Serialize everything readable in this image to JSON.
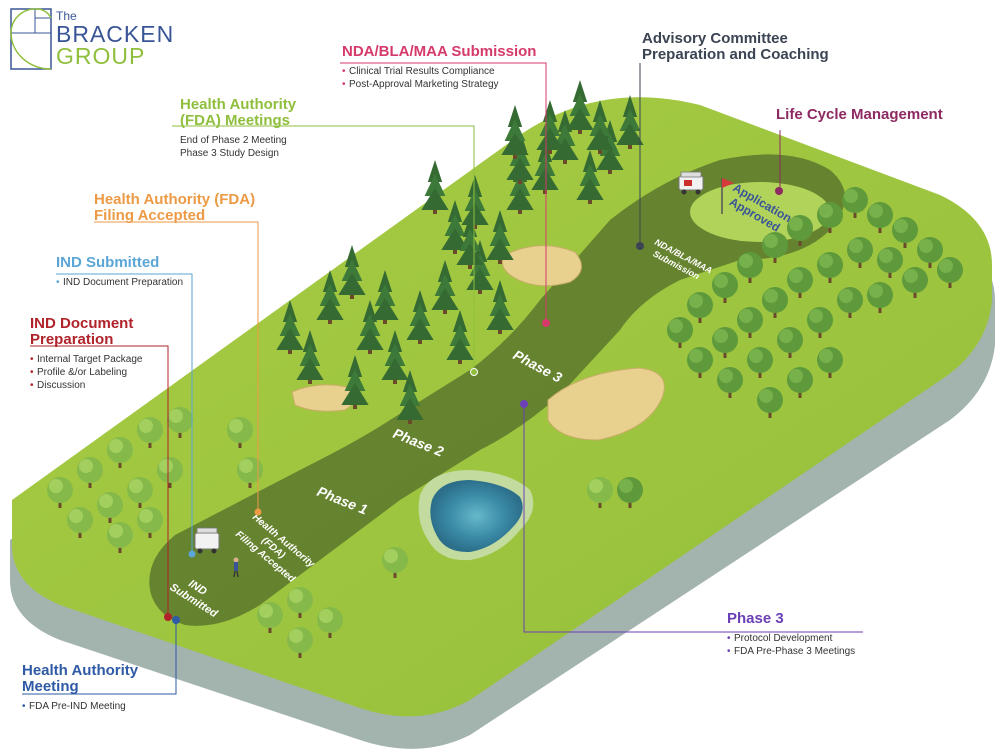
{
  "brand": {
    "line1": "The",
    "line2": "BRACKEN",
    "line3": "GROUP",
    "colors": {
      "blue": "#3a5597",
      "green": "#8fbf3c"
    }
  },
  "labels": [
    {
      "id": "nda",
      "title": [
        "NDA/BLA/MAA Submission"
      ],
      "items": [
        "Clinical Trial Results Compliance",
        "Post-Approval Marketing Strategy"
      ],
      "color": "#d63a6b",
      "bullets": true
    },
    {
      "id": "advisory",
      "title": [
        "Advisory Committee",
        "Preparation and Coaching"
      ],
      "items": [],
      "color": "#3b4452",
      "bullets": true
    },
    {
      "id": "lifecycle",
      "title": [
        "Life Cycle Management"
      ],
      "items": [],
      "color": "#8e2a62",
      "bullets": true
    },
    {
      "id": "fda_meetings",
      "title": [
        "Health Authority",
        "(FDA) Meetings"
      ],
      "items": [
        "End of Phase 2 Meeting",
        "Phase 3 Study Design"
      ],
      "color": "#8fbf3c",
      "bullets": false
    },
    {
      "id": "filing",
      "title": [
        "Health Authority (FDA)",
        "Filing Accepted"
      ],
      "items": [],
      "color": "#ec9a45",
      "bullets": true
    },
    {
      "id": "ind_submitted",
      "title": [
        "IND Submitted"
      ],
      "items": [
        "IND Document Preparation"
      ],
      "color": "#5aa6d6",
      "bullets": true
    },
    {
      "id": "ind_prep",
      "title": [
        "IND Document",
        "Preparation"
      ],
      "items": [
        "Internal Target Package",
        "Profile &/or Labeling",
        "Discussion"
      ],
      "color": "#b0232a",
      "bullets": true
    },
    {
      "id": "phase3",
      "title": [
        "Phase 3"
      ],
      "items": [
        "Protocol Development",
        "FDA Pre-Phase 3 Meetings"
      ],
      "color": "#6b3fb5",
      "bullets": true
    },
    {
      "id": "ha_meeting",
      "title": [
        "Health Authority",
        "Meeting"
      ],
      "items": [
        "FDA Pre-IND Meeting"
      ],
      "color": "#2f5aa6",
      "bullets": true
    }
  ],
  "course": {
    "phase1": "Phase 1",
    "phase2": "Phase 2",
    "phase3": "Phase 3",
    "ind_submitted": [
      "IND",
      "Submitted"
    ],
    "filing_accepted": [
      "Health Authority",
      "(FDA)",
      "Filing Accepted"
    ],
    "nda_submission": [
      "NDA/BLA/MAA",
      "Submission"
    ],
    "application_approved": [
      "Application",
      "Approved"
    ]
  },
  "palette": {
    "grass": "#9ec53f",
    "grass_dark": "#7f9f2d",
    "side": "#a9b8b2",
    "fairway": "#5f7a2d",
    "tree": "#3d7a3a",
    "bush": "#85b94a",
    "sand": "#e8d08f",
    "water": "#3c8da8"
  }
}
